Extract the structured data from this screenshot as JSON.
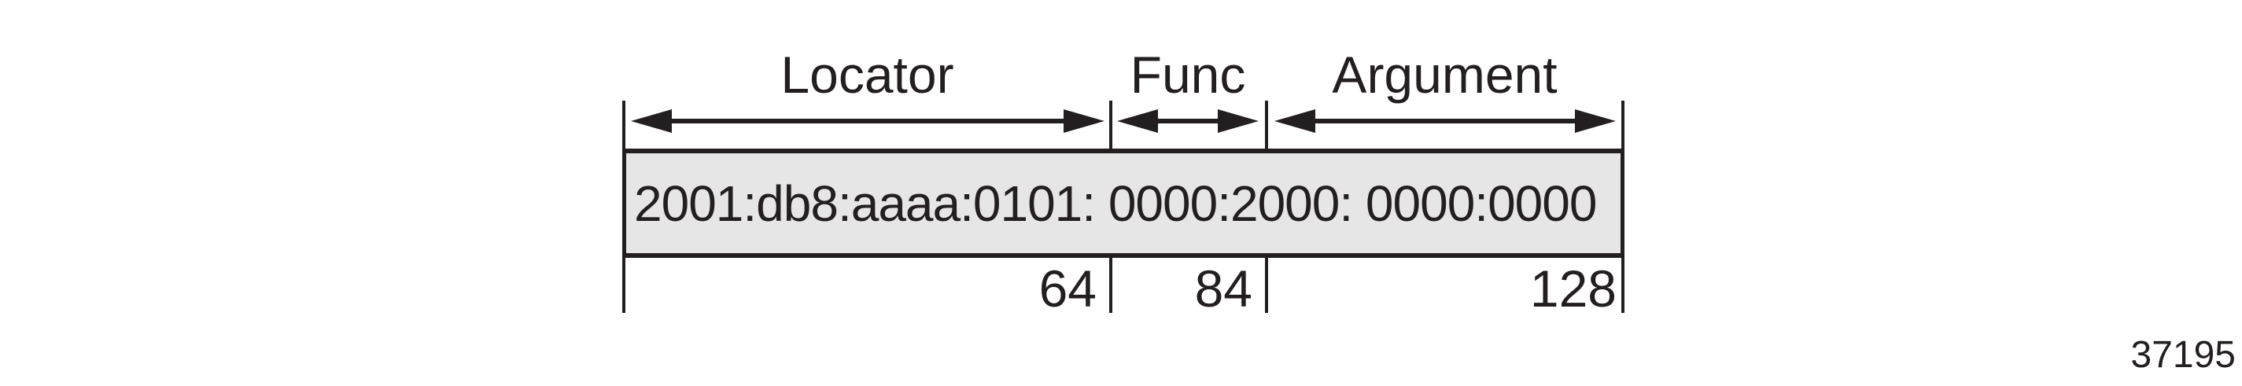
{
  "figure": {
    "number": "37195"
  },
  "sid": {
    "address": "2001:db8:aaaa:0101: 0000:2000: 0000:0000",
    "fields": [
      {
        "label": "Locator",
        "end_bit": "64"
      },
      {
        "label": "Func",
        "end_bit": "84"
      },
      {
        "label": "Argument",
        "end_bit": "128"
      }
    ]
  },
  "colors": {
    "ink": "#231f20",
    "field_fill": "#e6e6e6",
    "background": "#ffffff"
  }
}
